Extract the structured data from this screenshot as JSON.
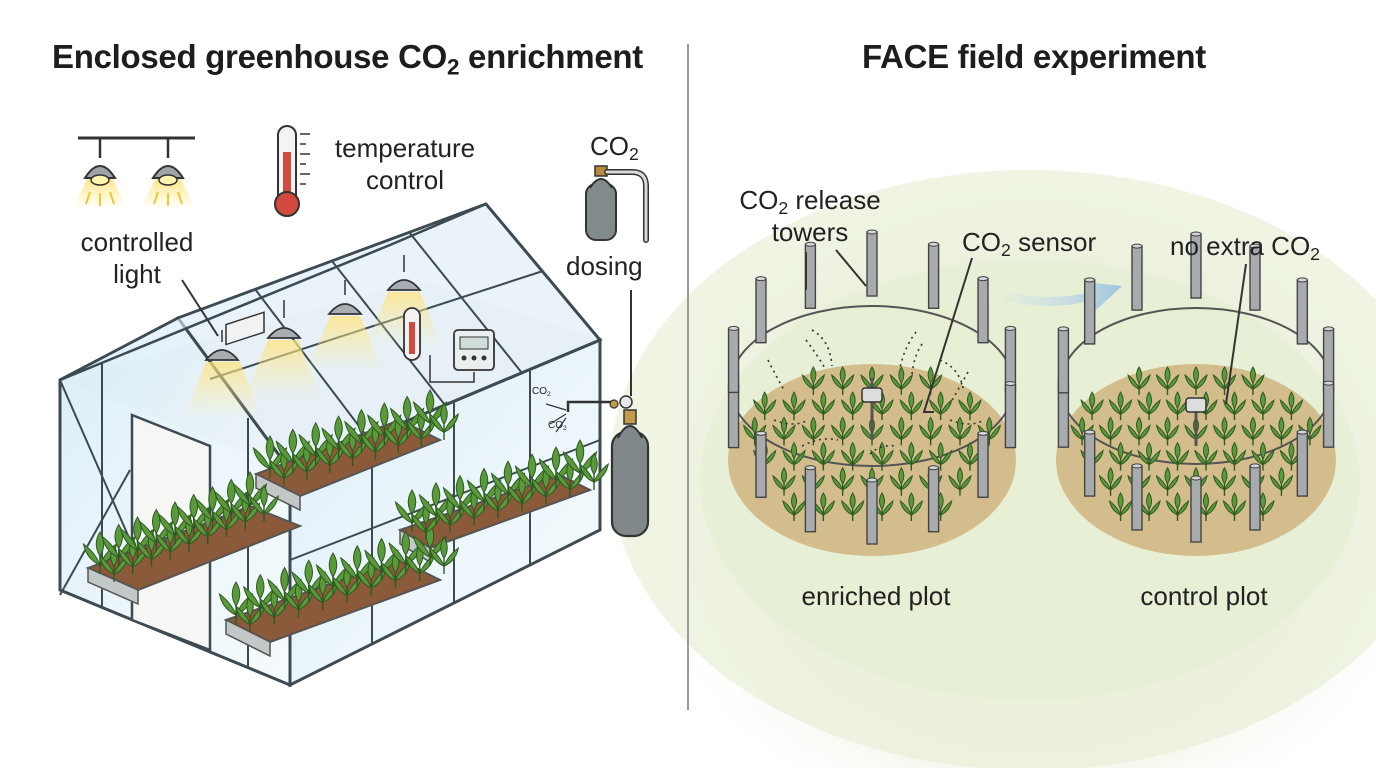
{
  "left": {
    "title": {
      "prefix": "Enclosed greenhouse CO",
      "sub": "2",
      "suffix": " enrichment"
    },
    "labels": {
      "controlled_light": [
        "controlled",
        "light"
      ],
      "temperature_control": [
        "temperature",
        "control"
      ],
      "co2_tank": {
        "prefix": "CO",
        "sub": "2"
      },
      "dosing": "dosing",
      "puff_upper": {
        "prefix": "CO",
        "sub": "2"
      },
      "puff_lower": {
        "prefix": "CO",
        "sub": "2"
      }
    }
  },
  "right": {
    "title": "FACE field experiment",
    "labels": {
      "towers": {
        "prefix": "CO",
        "sub": "2",
        "suffix": " release",
        "line2": "towers"
      },
      "sensor": {
        "prefix": "CO",
        "sub": "2",
        "suffix": " sensor"
      },
      "no_extra": {
        "prefix": "no extra CO",
        "sub": "2"
      },
      "enriched_plot": "enriched plot",
      "control_plot": "control plot"
    }
  },
  "colors": {
    "soil": "#d2b98c",
    "plant": "#5a9a3a",
    "glass": "#e4f1f8",
    "frame": "#3c4b52",
    "tower": "#a7abad",
    "cylinder": "#80888a",
    "arrow": "#a9c9e0",
    "bulb_glow": "#ffe9a0"
  }
}
